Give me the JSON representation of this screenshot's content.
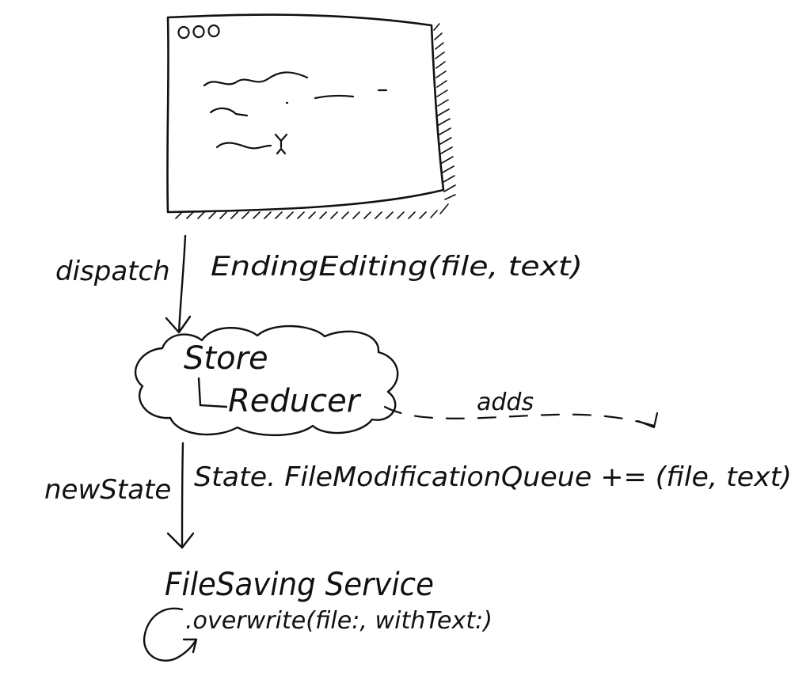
{
  "window_sketch": {
    "traffic_lights": "ooo"
  },
  "arrows": {
    "dispatch": {
      "label": "dispatch",
      "action": "EndingEditing(file, text)"
    },
    "adds": {
      "label": "adds"
    },
    "new_state": {
      "label": "newState",
      "expression": "State. FileModificationQueue += (file, text)"
    }
  },
  "store": {
    "title": "Store",
    "reducer": "Reducer"
  },
  "service": {
    "title": "FileSaving Service",
    "method": ".overwrite(file:, withText:)"
  }
}
